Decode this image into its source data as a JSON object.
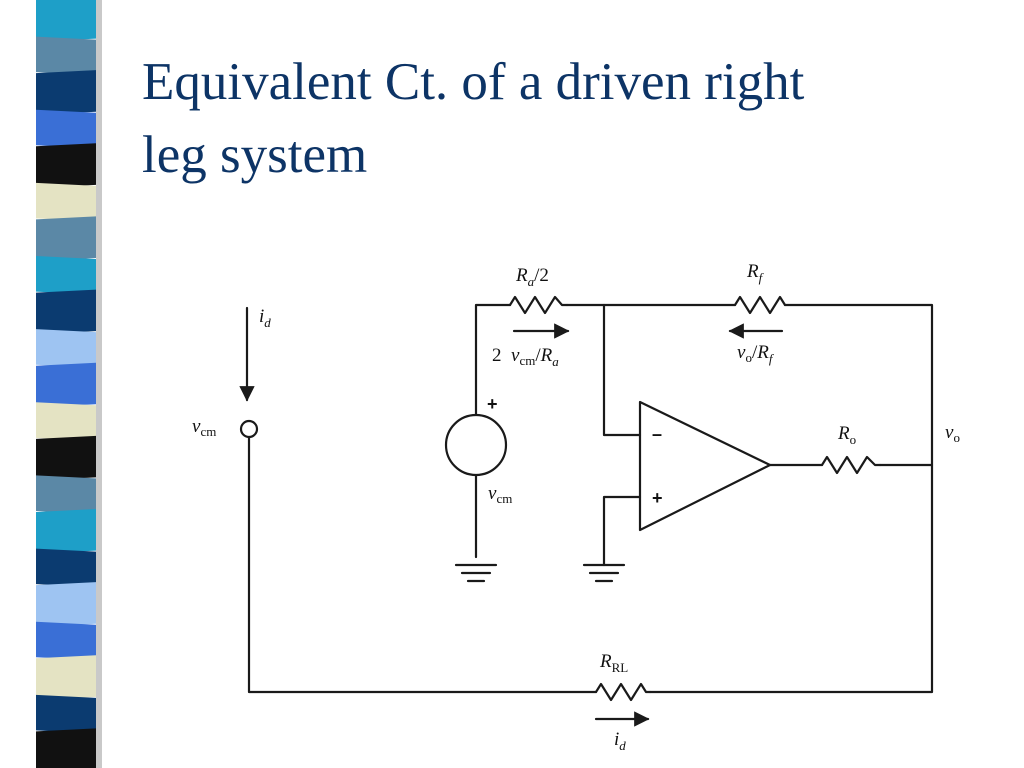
{
  "slide": {
    "title_line1": "Equivalent Ct. of a driven right",
    "title_line2": "leg system",
    "title_color": "#0d3466"
  },
  "strip_colors": [
    "#1e9fc8",
    "#5b88a6",
    "#0b3b70",
    "#3a6fd6",
    "#111111",
    "#e4e3c3",
    "#5b88a6",
    "#1e9fc8",
    "#0b3b70",
    "#9ec4f2",
    "#3a6fd6",
    "#e4e3c3",
    "#111111",
    "#5b88a6",
    "#1e9fc8",
    "#0b3b70",
    "#9ec4f2",
    "#3a6fd6",
    "#e4e3c3",
    "#0b3b70",
    "#111111"
  ],
  "labels": {
    "id_top": {
      "base": "i",
      "sub": "d"
    },
    "vcm_node": {
      "base": "v",
      "sub": "cm"
    },
    "ra_half": {
      "base": "R",
      "sub": "a",
      "suffix": "/2"
    },
    "current_ra": {
      "prefix": "2  ",
      "base": "v",
      "sub": "cm",
      "mid": "/",
      "base2": "R",
      "sub2": "a"
    },
    "rf": {
      "base": "R",
      "sub": "f"
    },
    "current_rf": {
      "base": "v",
      "sub": "o",
      "mid": "/",
      "base2": "R",
      "sub2": "f"
    },
    "source_plus": "+",
    "vcm_source": {
      "base": "v",
      "sub": "cm"
    },
    "opamp_minus": "–",
    "opamp_plus": "+",
    "ro": {
      "base": "R",
      "sub": "o"
    },
    "vo": {
      "base": "v",
      "sub": "o"
    },
    "rrl": {
      "base": "R",
      "sub": "RL"
    },
    "id_bottom": {
      "base": "i",
      "sub": "d"
    }
  }
}
